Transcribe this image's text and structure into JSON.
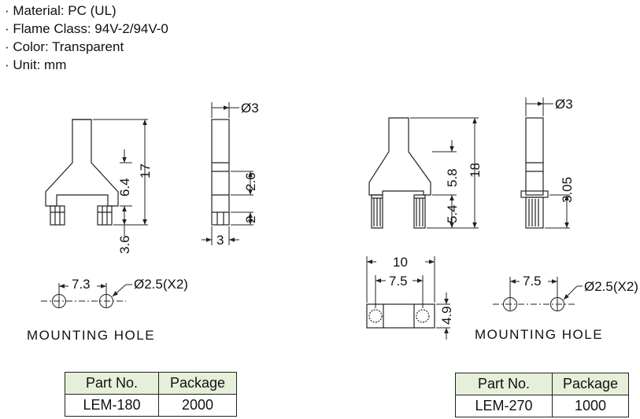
{
  "specs": [
    "· Material: PC (UL)",
    "· Flame Class: 94V-2/94V-0",
    "· Color: Transparent",
    "· Unit: mm"
  ],
  "lem180": {
    "side_diameter": "Ø3",
    "total_height": "17",
    "arm_height": "6.4",
    "leg_height": "3.6",
    "side_mid": "2.6",
    "side_low": "2",
    "side_width": "3",
    "hole_pitch": "7.3",
    "hole_diameter": "Ø2.5(X2)",
    "mounting_label": "MOUNTING HOLE"
  },
  "lem270": {
    "side_diameter": "Ø3",
    "total_height": "18",
    "arm_height": "5.8",
    "leg_height": "5.4",
    "side_leg": "3.05",
    "bottom_width": "10",
    "bottom_pitch": "7.5",
    "bottom_depth": "4.9",
    "hole_pitch": "7.5",
    "hole_diameter": "Ø2.5(X2)",
    "mounting_label": "MOUNTING HOLE"
  },
  "table1": {
    "headers": [
      "Part No.",
      "Package"
    ],
    "row": [
      "LEM-180",
      "2000"
    ]
  },
  "table2": {
    "headers": [
      "Part No.",
      "Package"
    ],
    "row": [
      "LEM-270",
      "1000"
    ]
  },
  "colors": {
    "table_header": "#e6efd9",
    "line": "#222222"
  }
}
